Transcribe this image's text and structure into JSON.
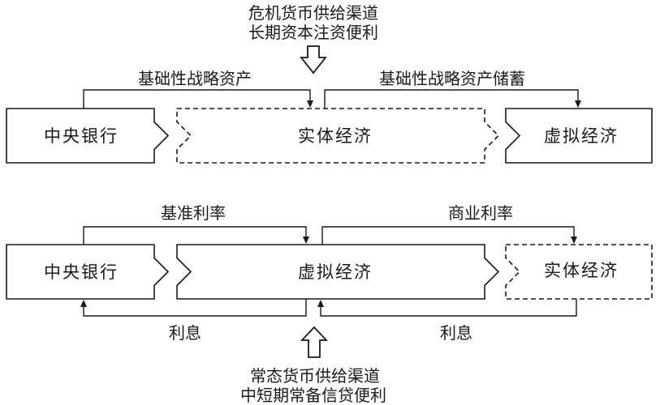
{
  "diagram": {
    "background": "#ffffff",
    "line_color": "#1a1a1a",
    "text_color": "#1a1a1a",
    "top_caption": {
      "line1": "危机货币供给渠道",
      "line2": "长期资本注资便利"
    },
    "bottom_caption": {
      "line1": "常态货币供给渠道",
      "line2": "中短期常备信贷便利"
    },
    "flow_labels": {
      "strategic_assets": "基础性战略资产",
      "strategic_assets_savings": "基础性战略资产储蓄",
      "benchmark_rate": "基准利率",
      "commercial_rate": "商业利率",
      "interest_left": "利息",
      "interest_right": "利息"
    },
    "row1": {
      "central_bank": "中央银行",
      "real_economy": "实体经济",
      "virtual_economy": "虚拟经济"
    },
    "row2": {
      "central_bank": "中央银行",
      "virtual_economy": "虚拟经济",
      "real_economy": "实体经济"
    }
  }
}
